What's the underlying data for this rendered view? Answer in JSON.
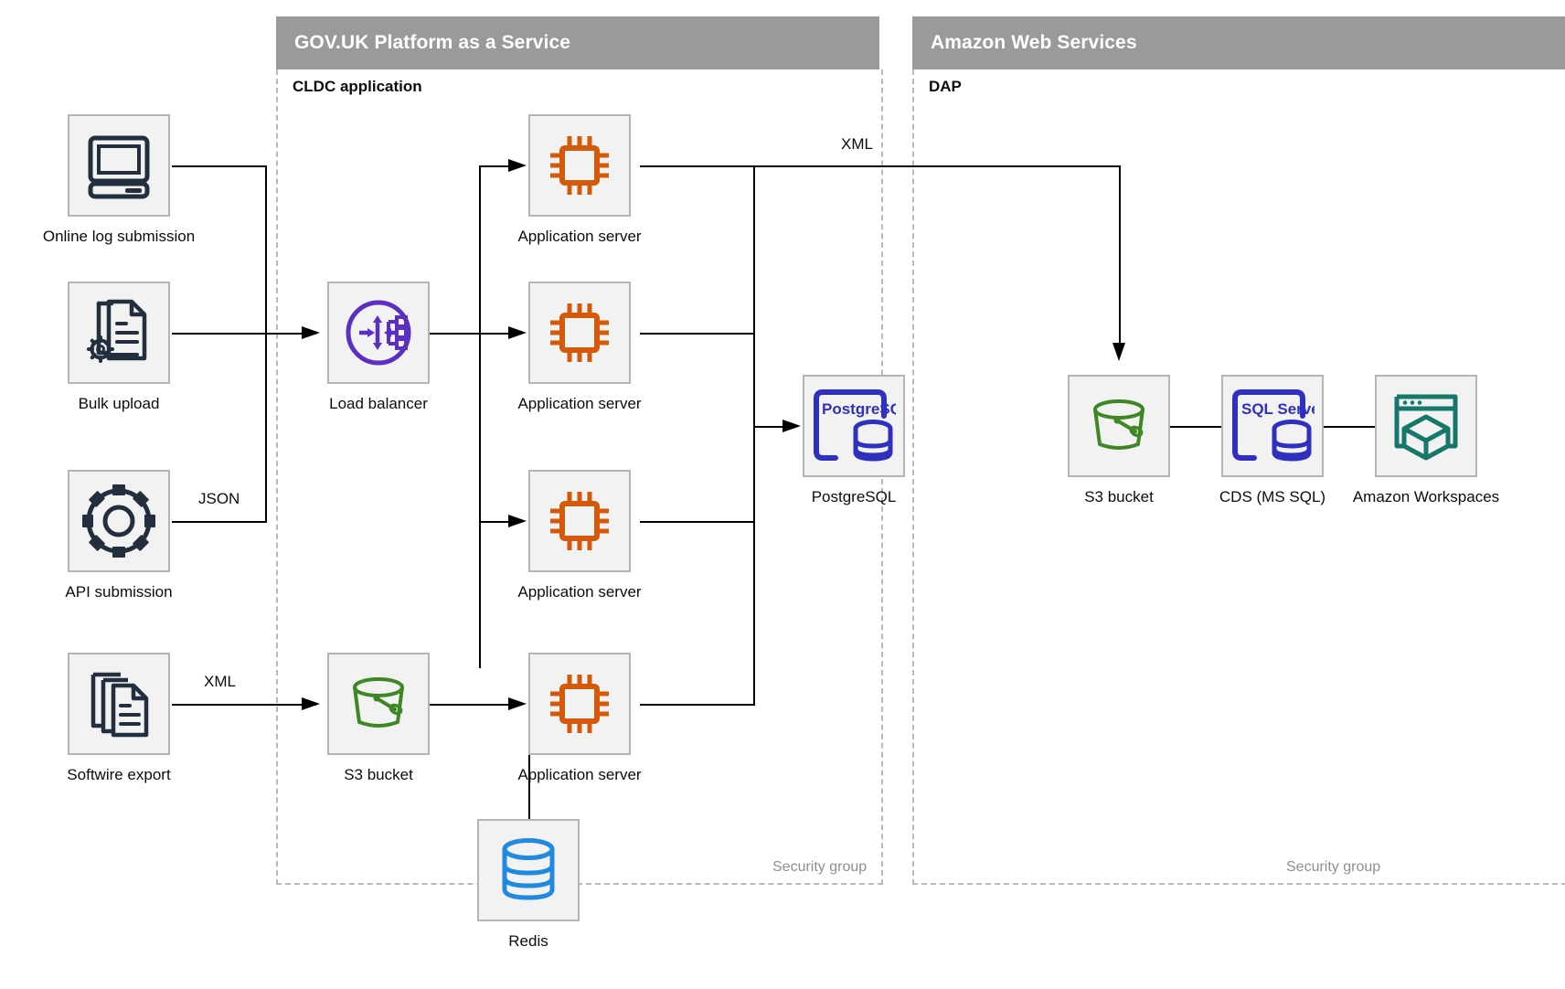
{
  "groups": [
    {
      "id": "paas",
      "title": "GOV.UK Platform as a Service",
      "inner_label": "CLDC application",
      "security_label": "Security group"
    },
    {
      "id": "aws",
      "title": "Amazon Web Services",
      "inner_label": "DAP",
      "security_label": "Security group"
    }
  ],
  "nodes": {
    "online_log": {
      "label": "Online log submission",
      "icon": "desktop-computer-icon"
    },
    "bulk_upload": {
      "label": "Bulk upload",
      "icon": "document-gear-icon"
    },
    "api_sub": {
      "label": "API submission",
      "icon": "gear-icon"
    },
    "softwire": {
      "label": "Softwire export",
      "icon": "document-stack-icon"
    },
    "load_balancer": {
      "label": "Load balancer",
      "icon": "load-balancer-icon"
    },
    "s3_paas": {
      "label": "S3 bucket",
      "icon": "s3-bucket-icon"
    },
    "app1": {
      "label": "Application server",
      "icon": "cpu-chip-icon"
    },
    "app2": {
      "label": "Application server",
      "icon": "cpu-chip-icon"
    },
    "app3": {
      "label": "Application server",
      "icon": "cpu-chip-icon"
    },
    "app4": {
      "label": "Application server",
      "icon": "cpu-chip-icon"
    },
    "redis": {
      "label": "Redis",
      "icon": "database-cylinder-icon"
    },
    "postgres": {
      "label": "PostgreSQL",
      "icon": "postgresql-icon",
      "icon_text": "PostgreSQL"
    },
    "s3_aws": {
      "label": "S3 bucket",
      "icon": "s3-bucket-icon"
    },
    "cds": {
      "label": "CDS (MS SQL)",
      "icon": "sql-server-icon",
      "icon_text": "SQL Server"
    },
    "workspaces": {
      "label": "Amazon Workspaces",
      "icon": "amazon-workspaces-icon"
    }
  },
  "edge_labels": {
    "json": "JSON",
    "xml_softwire": "XML",
    "xml_to_dap": "XML"
  },
  "colors": {
    "header_bg": "#9a9a9a",
    "node_bg": "#f2f2f2",
    "node_border": "#b5b5b5",
    "dashed_border": "#b8b8b8",
    "icon_dark": "#232f3e",
    "icon_orange": "#d4590a",
    "icon_green": "#3f8624",
    "icon_purple": "#5a2fc2",
    "icon_indigo": "#2f2fc0",
    "icon_blue": "#1f8ae0",
    "icon_teal": "#17776a",
    "line": "#000000",
    "security_text": "#8e8e8e"
  }
}
